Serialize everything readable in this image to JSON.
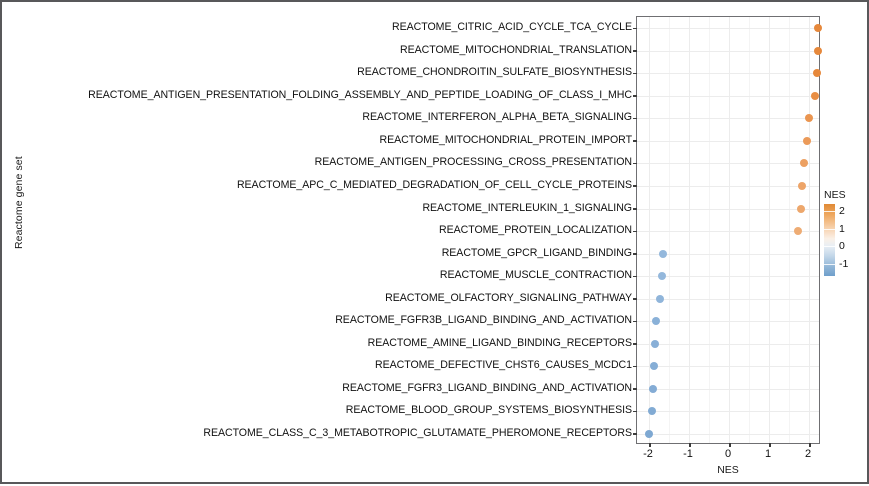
{
  "chart_data": {
    "type": "scatter",
    "title": "",
    "xlabel": "NES",
    "ylabel": "Reactome gene set",
    "xlim": [
      -2.3,
      2.3
    ],
    "xticks": [
      -2,
      -1,
      0,
      1,
      2
    ],
    "xticklabels": [
      "-2",
      "-1",
      "0",
      "1",
      "2"
    ],
    "grid": true,
    "legend": {
      "title": "NES",
      "type": "colorbar",
      "position": "right",
      "ticks": [
        2,
        1,
        0,
        -1
      ],
      "ticklabels": [
        "2",
        "1",
        "0",
        "-1"
      ],
      "low_color": "#6f9fcb",
      "mid_color": "#f7f7f7",
      "high_color": "#e08a35",
      "vmin": -1.7,
      "vmax": 2.4
    },
    "categories": [
      "REACTOME_CITRIC_ACID_CYCLE_TCA_CYCLE",
      "REACTOME_MITOCHONDRIAL_TRANSLATION",
      "REACTOME_CHONDROITIN_SULFATE_BIOSYNTHESIS",
      "REACTOME_ANTIGEN_PRESENTATION_FOLDING_ASSEMBLY_AND_PEPTIDE_LOADING_OF_CLASS_I_MHC",
      "REACTOME_INTERFERON_ALPHA_BETA_SIGNALING",
      "REACTOME_MITOCHONDRIAL_PROTEIN_IMPORT",
      "REACTOME_ANTIGEN_PROCESSING_CROSS_PRESENTATION",
      "REACTOME_APC_C_MEDIATED_DEGRADATION_OF_CELL_CYCLE_PROTEINS",
      "REACTOME_INTERLEUKIN_1_SIGNALING",
      "REACTOME_PROTEIN_LOCALIZATION",
      "REACTOME_GPCR_LIGAND_BINDING",
      "REACTOME_MUSCLE_CONTRACTION",
      "REACTOME_OLFACTORY_SIGNALING_PATHWAY",
      "REACTOME_FGFR3B_LIGAND_BINDING_AND_ACTIVATION",
      "REACTOME_AMINE_LIGAND_BINDING_RECEPTORS",
      "REACTOME_DEFECTIVE_CHST6_CAUSES_MCDC1",
      "REACTOME_FGFR3_LIGAND_BINDING_AND_ACTIVATION",
      "REACTOME_BLOOD_GROUP_SYSTEMS_BIOSYNTHESIS",
      "REACTOME_CLASS_C_3_METABOTROPIC_GLUTAMATE_PHEROMONE_RECEPTORS"
    ],
    "values": [
      2.23,
      2.22,
      2.2,
      2.15,
      2.0,
      1.94,
      1.88,
      1.83,
      1.8,
      1.73,
      -1.65,
      -1.68,
      -1.73,
      -1.83,
      -1.85,
      -1.88,
      -1.9,
      -1.93,
      -2.0
    ],
    "point_colors": [
      "#e6883b",
      "#e6883b",
      "#e6883b",
      "#e88e44",
      "#ea9550",
      "#eb9a59",
      "#eca061",
      "#eda468",
      "#eda76c",
      "#eeac74",
      "#94b8dc",
      "#94b8dc",
      "#90b5da",
      "#8ab1d8",
      "#88afd7",
      "#86aed6",
      "#84acd5",
      "#82abd4",
      "#7ea8d2"
    ]
  }
}
